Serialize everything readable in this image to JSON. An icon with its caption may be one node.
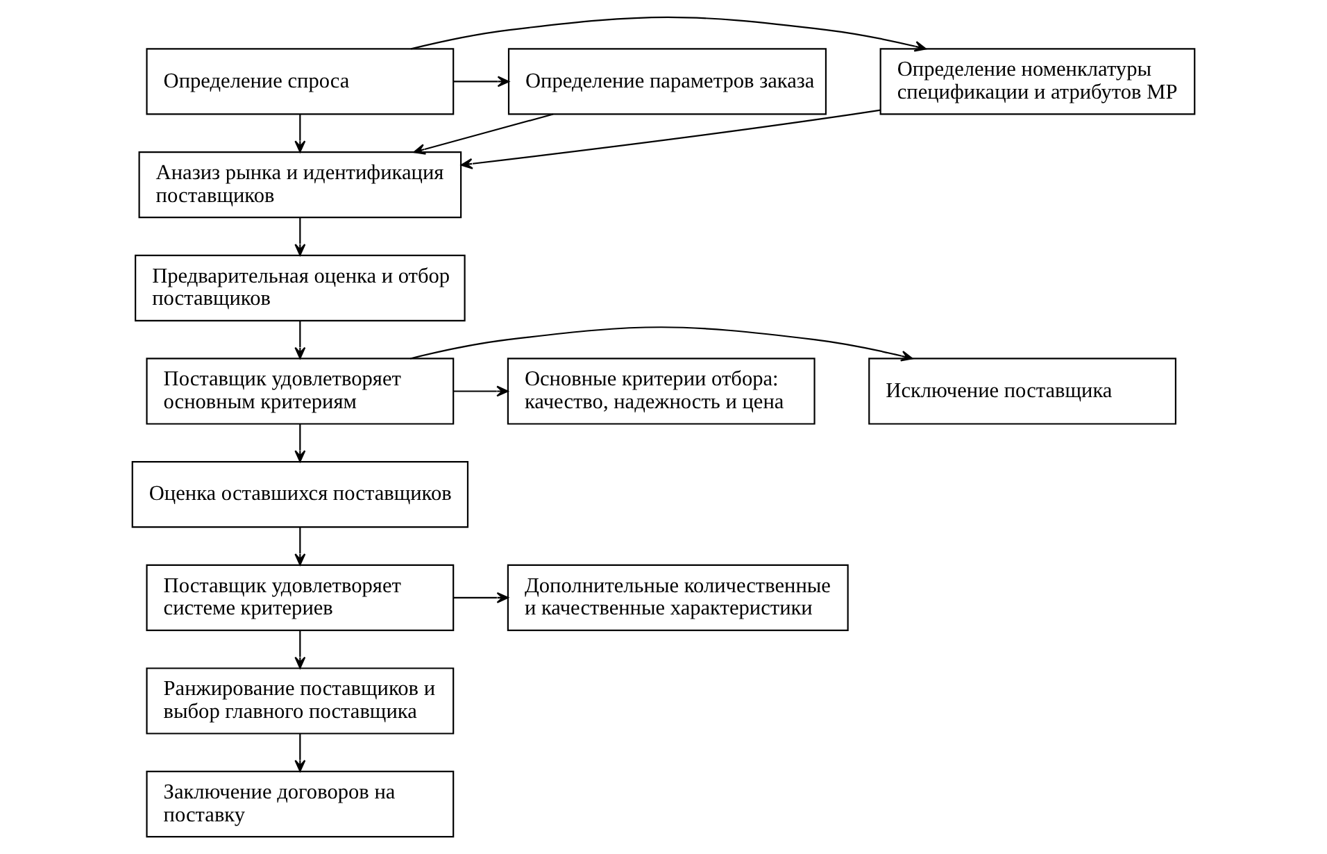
{
  "diagram": {
    "nodes": [
      {
        "text": [
          "Определение номенклатуры спецификации и атрибутов МР"
        ]
      },
      {
        "text": [
          "Определение спроса"
        ]
      },
      {
        "text": [
          "Определение параметров заказа"
        ]
      },
      {
        "text": [
          "Аназиз рынка и идентификация поставщиков"
        ]
      },
      {
        "text": [
          "Предварительная оценка и отбор поставщиков"
        ]
      },
      {
        "text": [
          "Исключение поставщика"
        ]
      },
      {
        "text": [
          "Поставщик удовлетворяет основным критериям"
        ]
      },
      {
        "text": [
          "Основные критерии отбора: качество, надежность и цена"
        ]
      },
      {
        "text": [
          "Оценка оставшихся поставщиков"
        ]
      },
      {
        "text": [
          "Поставщик удовлетворяет системе критериев"
        ]
      },
      {
        "text": [
          "Дополнительные количественные и качественные характеристики"
        ]
      },
      {
        "text": [
          "Ранжирование поставщиков и выбор главного поставщика"
        ]
      },
      {
        "text": [
          "Заключение договоров на поставку"
        ]
      }
    ],
    "edges": [
      {
        "from": 1,
        "to": 0,
        "arrow": "to"
      },
      {
        "from": 1,
        "to": 2,
        "arrow": "to"
      },
      {
        "from": 1,
        "to": 3,
        "arrow": "to"
      },
      {
        "from": 0,
        "to": 3,
        "arrow": "to"
      },
      {
        "from": 2,
        "to": 3,
        "arrow": "to"
      },
      {
        "from": 3,
        "to": 4,
        "arrow": "to"
      },
      {
        "from": 4,
        "to": 6,
        "arrow": "to"
      },
      {
        "from": 6,
        "to": 5,
        "arrow": "to"
      },
      {
        "from": 6,
        "to": 7,
        "arrow": "to"
      },
      {
        "from": 6,
        "to": 8,
        "arrow": "to"
      },
      {
        "from": 8,
        "to": 9,
        "arrow": "to"
      },
      {
        "from": 9,
        "to": 10,
        "arrow": "to"
      },
      {
        "from": 9,
        "to": 11,
        "arrow": "to"
      },
      {
        "from": 11,
        "to": 12,
        "arrow": "to"
      }
    ]
  }
}
